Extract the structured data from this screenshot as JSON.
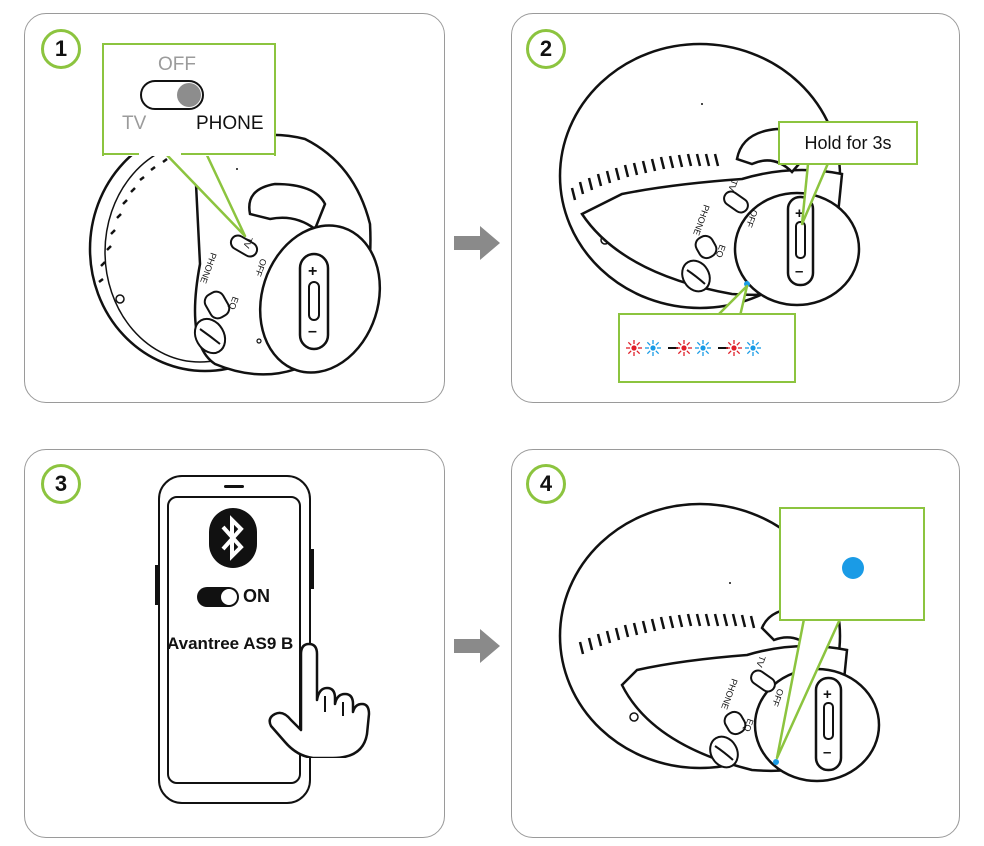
{
  "steps": [
    {
      "number": "1"
    },
    {
      "number": "2"
    },
    {
      "number": "3"
    },
    {
      "number": "4"
    }
  ],
  "step1": {
    "switch_off_label": "OFF",
    "switch_tv_label": "TV",
    "switch_phone_label": "PHONE"
  },
  "device_labels": {
    "tv": "TV",
    "phone": "PHONE",
    "off": "OFF",
    "eq": "EQ",
    "plus": "+",
    "minus": "–"
  },
  "step2": {
    "hold_label": "Hold for 3s",
    "flash_pattern": [
      "red",
      "blue",
      "dash",
      "red",
      "blue",
      "dash",
      "red",
      "blue"
    ]
  },
  "step3": {
    "bluetooth_toggle_label": "ON",
    "device_name": "Avantree AS9 B"
  },
  "colors": {
    "accent_green": "#8cc43f",
    "led_blue": "#1a9be6",
    "led_red": "#e0202a",
    "arrow_gray": "#8a8a8a"
  }
}
